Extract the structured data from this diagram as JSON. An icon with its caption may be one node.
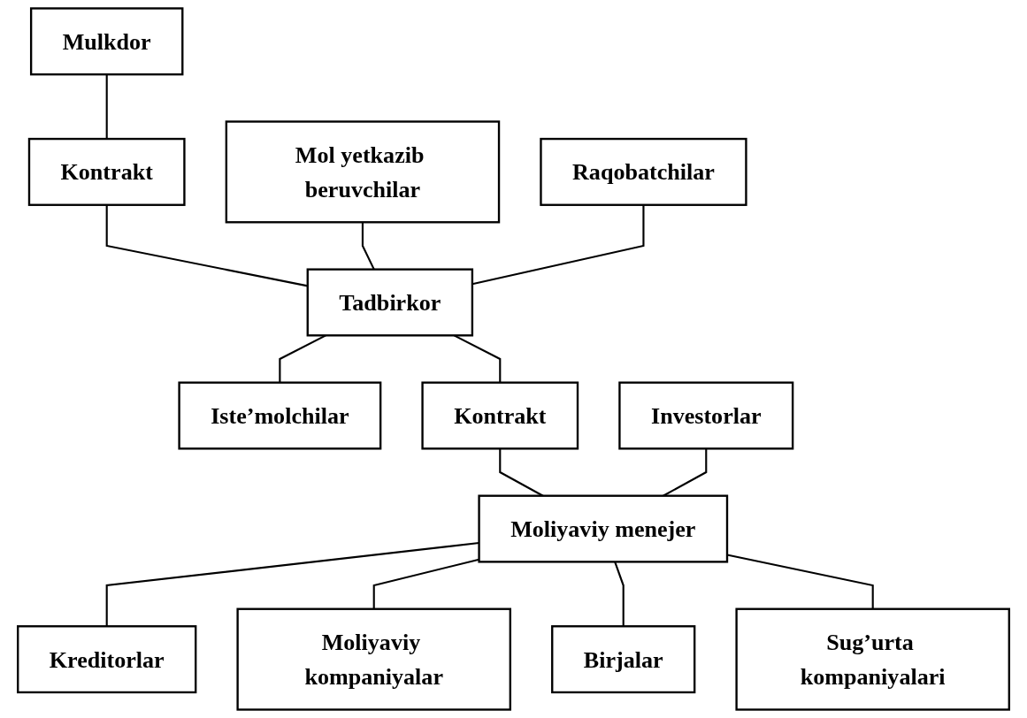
{
  "diagram": {
    "nodes": [
      {
        "text": [
          "Mulkdor"
        ]
      },
      {
        "text": [
          "Kontrakt"
        ]
      },
      {
        "text": [
          "Mol yetkazib beruvchilar"
        ]
      },
      {
        "text": [
          "Tadbirkor"
        ]
      },
      {
        "text": [
          "Iste’molchilar"
        ]
      },
      {
        "text": [
          "Raqobatchilar"
        ]
      },
      {
        "text": [
          "Kontrakt"
        ]
      },
      {
        "text": [
          "Investorlar"
        ]
      },
      {
        "text": [
          "Moliyaviy menejer"
        ]
      },
      {
        "text": [
          "Kreditorlar"
        ]
      },
      {
        "text": [
          "Moliyaviy kompaniyalar"
        ]
      },
      {
        "text": [
          "Birjalar"
        ]
      },
      {
        "text": [
          "Sug’urta kompaniyalari"
        ]
      }
    ],
    "edges": [
      {
        "from": 0,
        "to": 1,
        "arrow": "none"
      },
      {
        "from": 1,
        "to": 3,
        "arrow": "none"
      },
      {
        "from": 2,
        "to": 3,
        "arrow": "none"
      },
      {
        "from": 5,
        "to": 3,
        "arrow": "none"
      },
      {
        "from": 3,
        "to": 4,
        "arrow": "none"
      },
      {
        "from": 3,
        "to": 6,
        "arrow": "none"
      },
      {
        "from": 6,
        "to": 8,
        "arrow": "none"
      },
      {
        "from": 7,
        "to": 8,
        "arrow": "none"
      },
      {
        "from": 8,
        "to": 9,
        "arrow": "none"
      },
      {
        "from": 8,
        "to": 10,
        "arrow": "none"
      },
      {
        "from": 8,
        "to": 11,
        "arrow": "none"
      },
      {
        "from": 8,
        "to": 12,
        "arrow": "none"
      }
    ]
  }
}
